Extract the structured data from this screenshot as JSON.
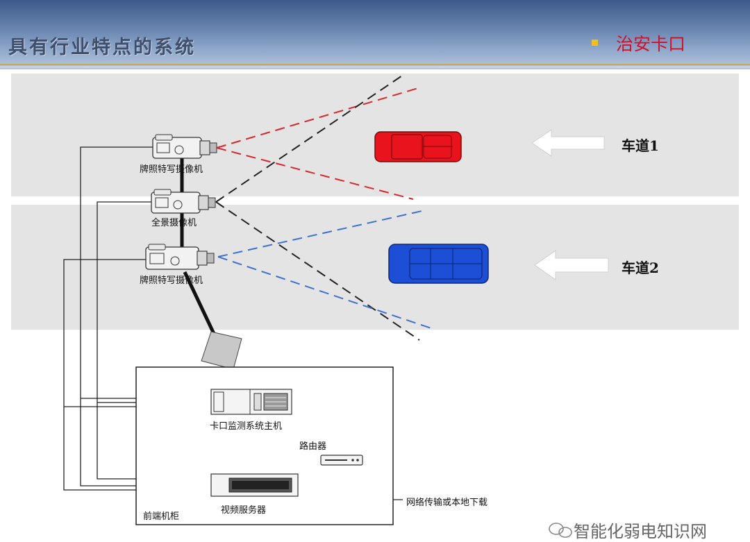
{
  "header": {
    "title": "具有行业特点的系统",
    "topic": "治安卡口"
  },
  "lanes": [
    {
      "label": "车道1"
    },
    {
      "label": "车道2"
    }
  ],
  "cameras": [
    {
      "label": "牌照特写摄像机"
    },
    {
      "label": "全景摄像机"
    },
    {
      "label": "牌照特写摄像机"
    }
  ],
  "equipment": {
    "host": "卡口监测系统主机",
    "router": "路由器",
    "video_server": "视频服务器",
    "cabinet": "前端机柜",
    "network": "网络传输或本地下载"
  },
  "watermark": "智能化弱电知识网",
  "colors": {
    "car_lane1": "#e8131c",
    "car_lane2": "#1d4fd6",
    "road": "#e4e4e4",
    "beam_red": "#d9262e",
    "beam_blue": "#3e6fd1",
    "beam_black": "#222222",
    "topic": "#d0102a"
  },
  "icons": [
    "camera-icon",
    "car-icon",
    "arrow-left-icon",
    "server-icon",
    "router-icon",
    "wechat-icon"
  ]
}
